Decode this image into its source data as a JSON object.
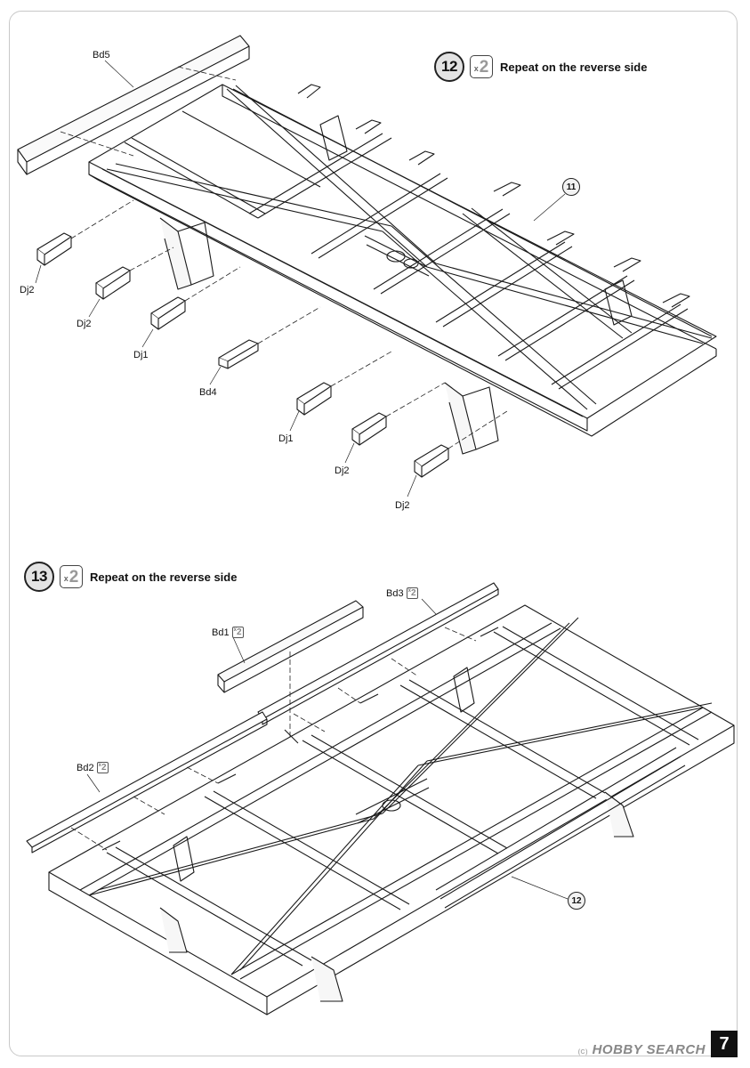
{
  "steps": [
    {
      "number": "12",
      "multiplier_prefix": "x",
      "multiplier": "2",
      "instruction": "Repeat on the reverse side",
      "parts": [
        {
          "label": "Bd5"
        },
        {
          "label": "Dj2"
        },
        {
          "label": "Dj2"
        },
        {
          "label": "Dj1"
        },
        {
          "label": "Bd4"
        },
        {
          "label": "Dj1"
        },
        {
          "label": "Dj2"
        },
        {
          "label": "Dj2"
        }
      ],
      "callout": "11"
    },
    {
      "number": "13",
      "multiplier_prefix": "x",
      "multiplier": "2",
      "instruction": "Repeat on the reverse side",
      "parts": [
        {
          "label": "Bd3",
          "qty": "2"
        },
        {
          "label": "Bd1",
          "qty": "2"
        },
        {
          "label": "Bd2",
          "qty": "2"
        }
      ],
      "callout": "12"
    }
  ],
  "page_number": "7",
  "watermark": {
    "text": "HOBBY SEARCH",
    "sub": "(C)"
  }
}
